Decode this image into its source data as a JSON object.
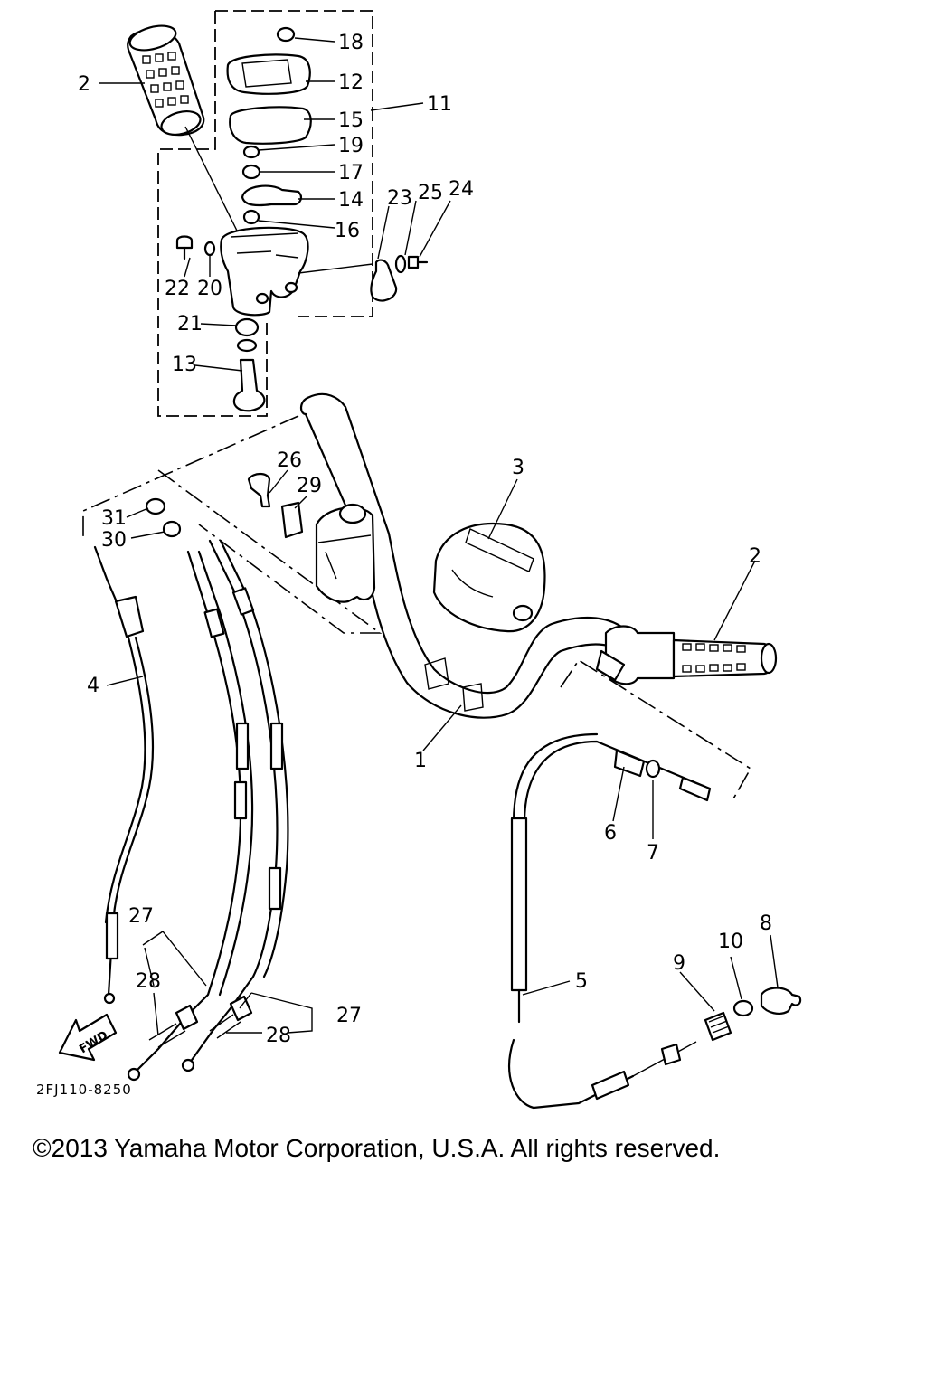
{
  "diagram_code": "2FJ110-8250",
  "copyright": "©2013 Yamaha Motor Corporation, U.S.A. All rights reserved.",
  "direction_arrow_label": "FWD",
  "callouts": {
    "c1": "1",
    "c2a": "2",
    "c2b": "2",
    "c3": "3",
    "c4": "4",
    "c5": "5",
    "c6": "6",
    "c7": "7",
    "c8": "8",
    "c9": "9",
    "c10": "10",
    "c11": "11",
    "c12": "12",
    "c13": "13",
    "c14": "14",
    "c15": "15",
    "c16": "16",
    "c17": "17",
    "c18": "18",
    "c19": "19",
    "c20": "20",
    "c21": "21",
    "c22": "22",
    "c23": "23",
    "c24": "24",
    "c25": "25",
    "c26": "26",
    "c27a": "27",
    "c27b": "27",
    "c28a": "28",
    "c28b": "28",
    "c29": "29",
    "c30": "30",
    "c31": "31"
  }
}
